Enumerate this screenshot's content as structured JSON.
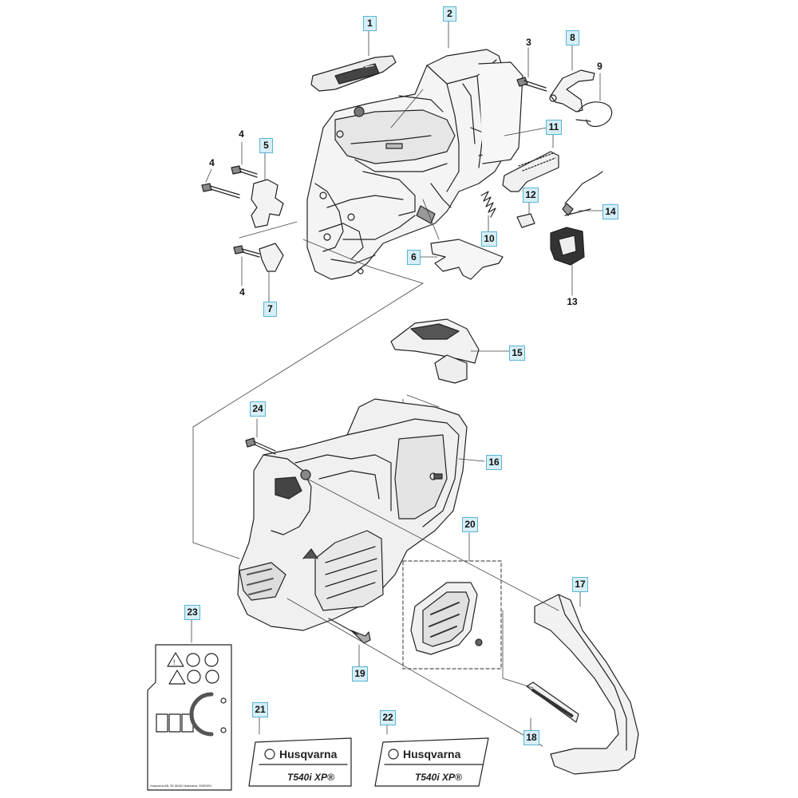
{
  "diagram": {
    "brand": "Husqvarna",
    "model": "T540i XP",
    "model_suffix": "®",
    "label_footer": "Husqvarna AB, SE-56182 Huskvarna, SWEDEN"
  },
  "callouts": [
    {
      "id": "c1",
      "text": "1",
      "boxed": true
    },
    {
      "id": "c2",
      "text": "2",
      "boxed": true
    },
    {
      "id": "c3",
      "text": "3",
      "boxed": true
    },
    {
      "id": "c8",
      "text": "8",
      "boxed": true
    },
    {
      "id": "c9",
      "text": "9",
      "boxed": true
    },
    {
      "id": "c11",
      "text": "11",
      "boxed": true
    },
    {
      "id": "c4a",
      "text": "4",
      "boxed": true
    },
    {
      "id": "c5",
      "text": "5",
      "boxed": true
    },
    {
      "id": "c4b",
      "text": "4",
      "boxed": false
    },
    {
      "id": "c12",
      "text": "12",
      "boxed": true
    },
    {
      "id": "c14",
      "text": "14",
      "boxed": true
    },
    {
      "id": "c10",
      "text": "10",
      "boxed": true
    },
    {
      "id": "c6",
      "text": "6",
      "boxed": true
    },
    {
      "id": "c4c",
      "text": "4",
      "boxed": false
    },
    {
      "id": "c7",
      "text": "7",
      "boxed": true
    },
    {
      "id": "c13",
      "text": "13",
      "boxed": true
    },
    {
      "id": "c15",
      "text": "15",
      "boxed": true
    },
    {
      "id": "c24",
      "text": "24",
      "boxed": true
    },
    {
      "id": "c16",
      "text": "16",
      "boxed": true
    },
    {
      "id": "c20",
      "text": "20",
      "boxed": true
    },
    {
      "id": "c17",
      "text": "17",
      "boxed": true
    },
    {
      "id": "c23",
      "text": "23",
      "boxed": true
    },
    {
      "id": "c19",
      "text": "19",
      "boxed": true
    },
    {
      "id": "c21",
      "text": "21",
      "boxed": true
    },
    {
      "id": "c22",
      "text": "22",
      "boxed": true
    },
    {
      "id": "c18",
      "text": "18",
      "boxed": true
    }
  ]
}
